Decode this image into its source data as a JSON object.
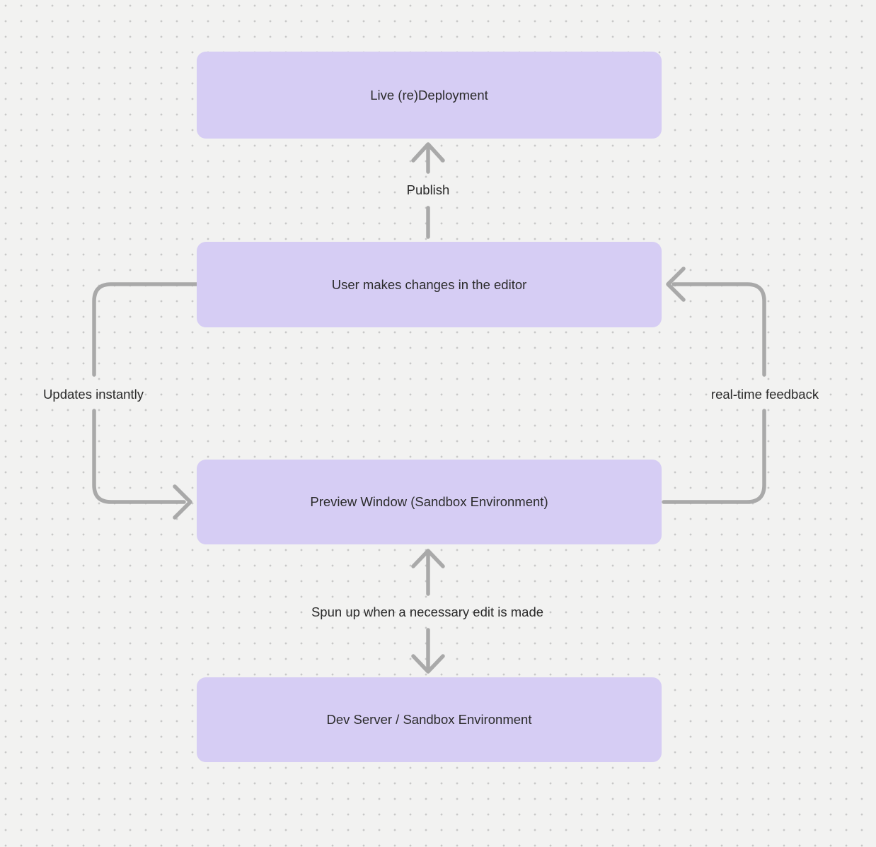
{
  "diagram": {
    "nodes": [
      {
        "id": "live-redeployment",
        "label": "Live (re)Deployment"
      },
      {
        "id": "user-edits",
        "label": "User makes changes in the editor"
      },
      {
        "id": "preview-window",
        "label": "Preview Window (Sandbox Environment)"
      },
      {
        "id": "dev-server",
        "label": "Dev Server / Sandbox Environment"
      }
    ],
    "edges": [
      {
        "label": "Publish",
        "from": "user-edits",
        "to": "live-redeployment",
        "direction": "up"
      },
      {
        "label": "Updates instantly",
        "from": "user-edits",
        "to": "preview-window",
        "side": "left"
      },
      {
        "label": "real-time feedback",
        "from": "preview-window",
        "to": "user-edits",
        "side": "right"
      },
      {
        "label": "Spun up when a necessary edit is made",
        "from": "preview-window",
        "to": "dev-server",
        "direction": "both"
      }
    ],
    "colors": {
      "background": "#f2f2f1",
      "grid_dot": "#c8c8c8",
      "node_fill": "#d6cdf4",
      "arrow": "#a9a9a9",
      "text": "#2b2b2b"
    }
  }
}
